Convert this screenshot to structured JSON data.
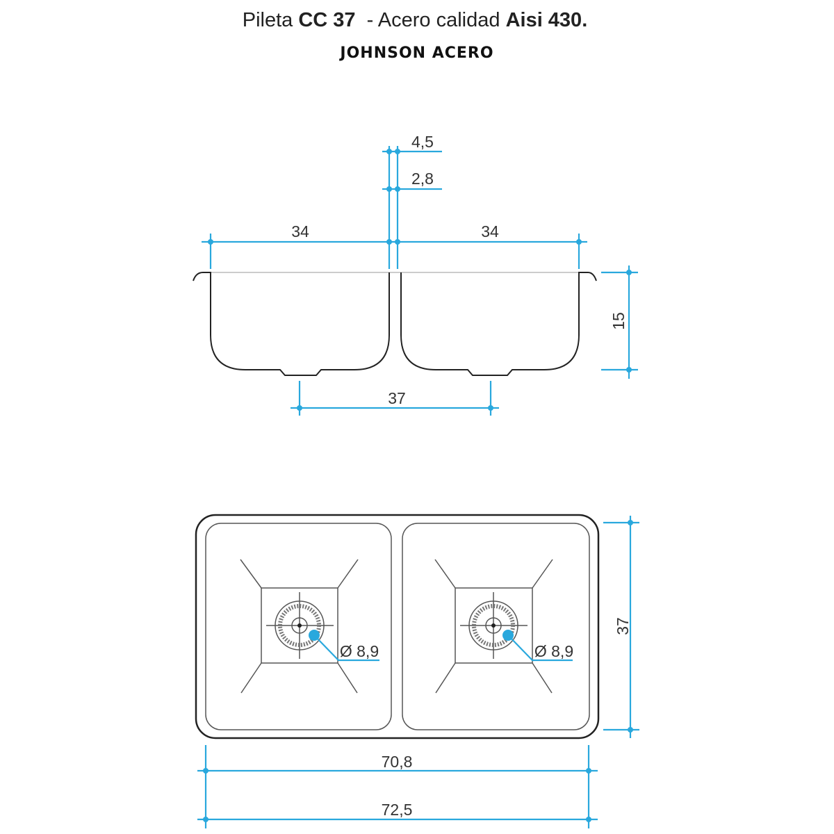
{
  "title": {
    "prefix": "Pileta ",
    "model": "CC 37",
    "middle": "  - Acero calidad ",
    "material": "Aisi 430."
  },
  "brand": "JOHNSON ACERO",
  "section_view": {
    "divider_top": "4,5",
    "divider_gap": "2,8",
    "left_bowl_width": "34",
    "right_bowl_width": "34",
    "depth": "15",
    "drain_spacing": "37"
  },
  "top_view": {
    "depth": "37",
    "left_drain_diameter": "Ø 8,9",
    "right_drain_diameter": "Ø 8,9",
    "inner_width": "70,8",
    "outer_width": "72,5"
  },
  "colors": {
    "dimension": "#29a8dd",
    "outline": "#222222"
  }
}
